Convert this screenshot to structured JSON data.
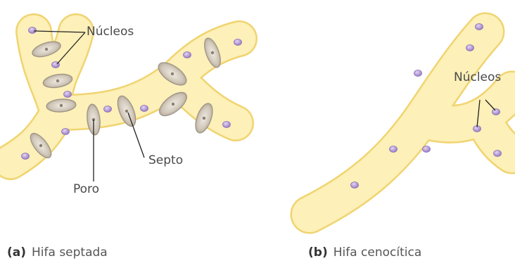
{
  "figure_a": {
    "label_nucleos": "Núcleos",
    "label_septo": "Septo",
    "label_poro": "Poro",
    "caption_letter": "(a)",
    "caption_text": "Hifa septada"
  },
  "figure_b": {
    "label_nucleos": "Núcleos",
    "caption_letter": "(b)",
    "caption_text": "Hifa cenocítica"
  },
  "colors": {
    "hypha_fill": "#fdf0b8",
    "hypha_edge": "#f0d470",
    "nucleus": "#b59ad6",
    "septum": "#d4ccbf",
    "leader": "#222222"
  }
}
